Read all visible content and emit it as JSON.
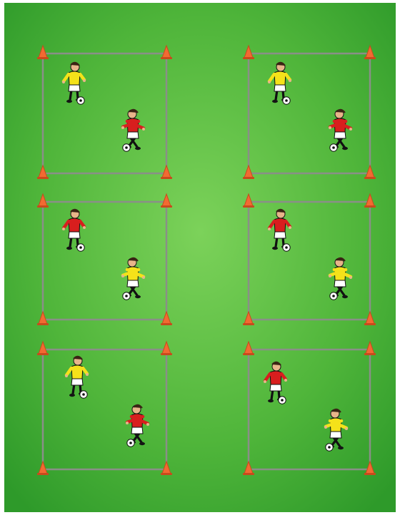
{
  "diagram": {
    "colors": {
      "pitch_light": "#7cd25a",
      "pitch_mid": "#4fb53a",
      "pitch_dark": "#2e9a2a",
      "boundary_line": "#8a8f88",
      "cone": "#f26a32",
      "cone_base": "#c94a1c",
      "kit_yellow": "#f5e21a",
      "kit_red": "#d81e1e",
      "shorts_white": "#ffffff",
      "skin": "#e8b58a",
      "hair": "#3a2414",
      "boots": "#141414",
      "ball": "#ffffff"
    },
    "grids": [
      {
        "id": "grid-1",
        "players": [
          {
            "team": "yellow",
            "with_ball": true
          },
          {
            "team": "red",
            "with_ball": true
          }
        ]
      },
      {
        "id": "grid-2",
        "players": [
          {
            "team": "yellow",
            "with_ball": true
          },
          {
            "team": "red",
            "with_ball": true
          }
        ]
      },
      {
        "id": "grid-3",
        "players": [
          {
            "team": "red",
            "with_ball": true
          },
          {
            "team": "yellow",
            "with_ball": true
          }
        ]
      },
      {
        "id": "grid-4",
        "players": [
          {
            "team": "red",
            "with_ball": true
          },
          {
            "team": "yellow",
            "with_ball": true
          }
        ]
      },
      {
        "id": "grid-5",
        "players": [
          {
            "team": "yellow",
            "with_ball": true
          },
          {
            "team": "red",
            "with_ball": true
          }
        ]
      },
      {
        "id": "grid-6",
        "players": [
          {
            "team": "red",
            "with_ball": true
          },
          {
            "team": "yellow",
            "with_ball": true
          }
        ]
      }
    ]
  }
}
